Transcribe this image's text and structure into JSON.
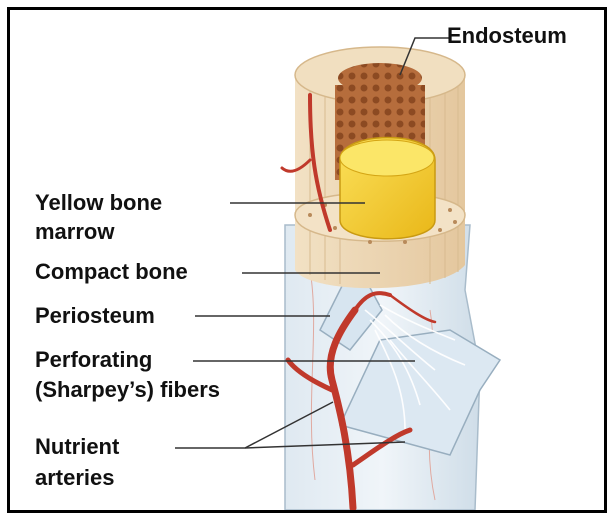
{
  "labels": {
    "endosteum": "Endosteum",
    "yellow_marrow_line1": "Yellow bone",
    "yellow_marrow_line2": "marrow",
    "compact_bone": "Compact bone",
    "periosteum": "Periosteum",
    "perforating_line1": "Perforating",
    "perforating_line2": "(Sharpey’s) fibers",
    "nutrient_line1": "Nutrient",
    "nutrient_line2": "arteries"
  },
  "colors": {
    "frame": "#000000",
    "label_text": "#111111",
    "leader_line": "#333333",
    "compact_bone": "#ecd3ae",
    "spongy_bone": "#b66d3c",
    "yellow_marrow": "#f3c623",
    "periosteum": "#c9dbe8",
    "artery": "#c0392b",
    "fibers": "#f4f4f4"
  },
  "icons": [
    "long-bone-cross-section-illustration"
  ]
}
